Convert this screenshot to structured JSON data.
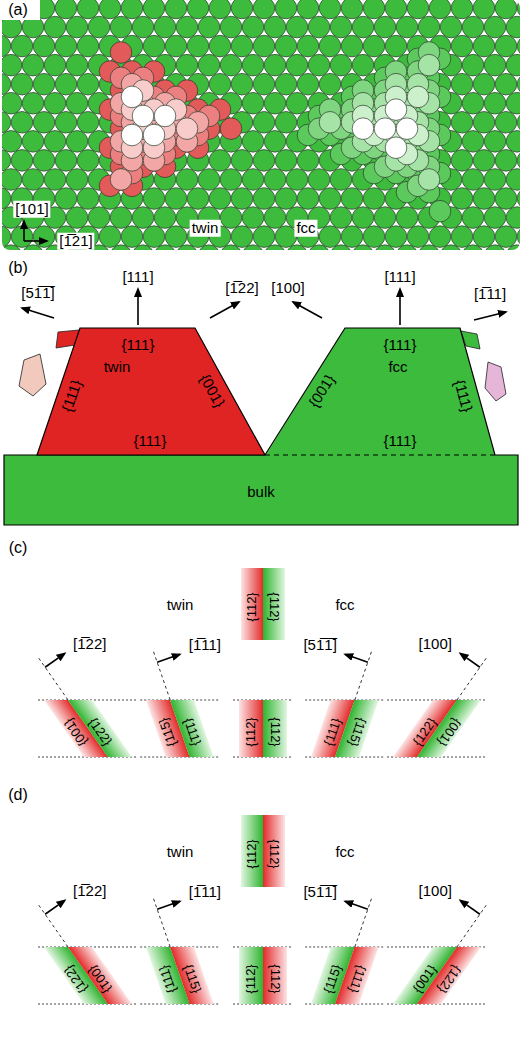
{
  "diagram": {
    "nodes": [
      {
        "text": [
          "{111}",
          "twin",
          "{111}",
          "{001}",
          "{111}"
        ]
      },
      {
        "text": [
          "{111}",
          "fcc",
          "{001}",
          "{111}",
          "{111}"
        ]
      },
      {
        "text": [
          "bulk"
        ]
      },
      {
        "text": [
          "{112}"
        ]
      },
      {
        "text": [
          "{112}"
        ]
      },
      {
        "text": [
          "{001}"
        ]
      },
      {
        "text": [
          "{122}"
        ]
      },
      {
        "text": [
          "{115}"
        ]
      },
      {
        "text": [
          "{111}"
        ]
      },
      {
        "text": [
          "{112}"
        ]
      },
      {
        "text": [
          "{112}"
        ]
      },
      {
        "text": [
          "{111}"
        ]
      },
      {
        "text": [
          "{115}"
        ]
      },
      {
        "text": [
          "{122}"
        ]
      },
      {
        "text": [
          "{001}"
        ]
      },
      {
        "text": [
          "{112}"
        ]
      },
      {
        "text": [
          "{112}"
        ]
      },
      {
        "text": [
          "{122}"
        ]
      },
      {
        "text": [
          "{001}"
        ]
      },
      {
        "text": [
          "{111}"
        ]
      },
      {
        "text": [
          "{115}"
        ]
      },
      {
        "text": [
          "{112}"
        ]
      },
      {
        "text": [
          "{112}"
        ]
      },
      {
        "text": [
          "{115}"
        ]
      },
      {
        "text": [
          "{111}"
        ]
      },
      {
        "text": [
          "{001}"
        ]
      },
      {
        "text": [
          "{122}"
        ]
      }
    ],
    "labels": [
      "(a)",
      "[101]",
      "[1̅21]",
      "twin",
      "fcc",
      "(b)",
      "[111]",
      "[51̅1̅]",
      "[1̅22]",
      "[111]",
      "[100]",
      "[1̅11]",
      "(c)",
      "twin",
      "fcc",
      "[1̅22]",
      "[1̅11]",
      "[51̅1̅]",
      "[100]",
      "(d)",
      "twin",
      "fcc",
      "[1̅22]",
      "[1̅11]",
      "[51̅1̅]",
      "[100]"
    ]
  }
}
